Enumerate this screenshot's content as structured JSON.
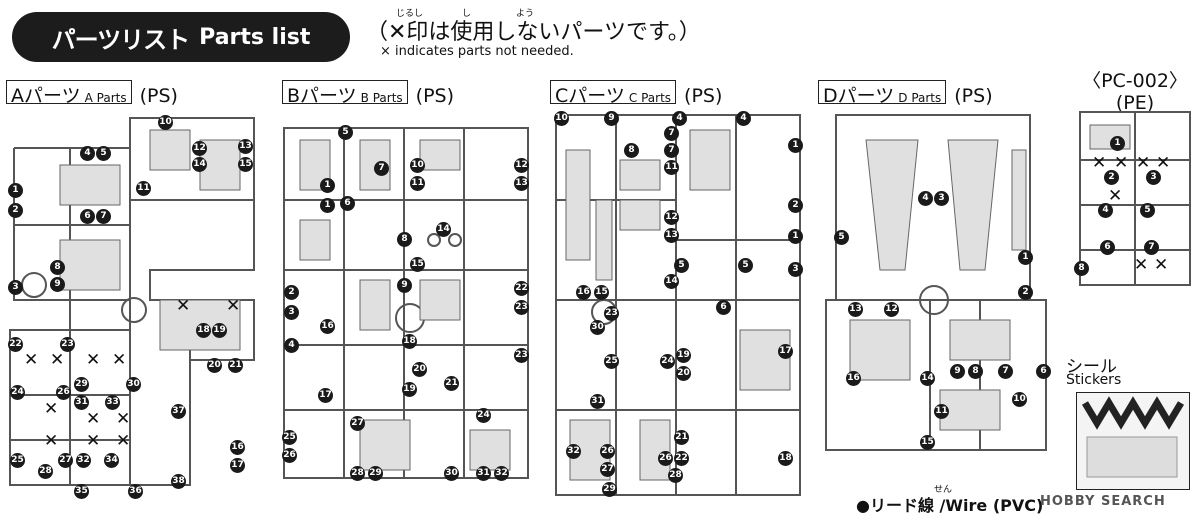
{
  "header": {
    "title_ja": "パーツリスト",
    "title_en": "Parts list",
    "note_ja": "（✕印は使用しないパーツです。）",
    "ruby_shirushi": "じるし",
    "ruby_shi": "し",
    "ruby_you": "よう",
    "note_en": "× indicates parts not needed."
  },
  "runners": {
    "a": {
      "ja": "Aパーツ",
      "en": "A Parts",
      "material": "(PS)"
    },
    "b": {
      "ja": "Bパーツ",
      "en": "B Parts",
      "material": "(PS)"
    },
    "c": {
      "ja": "Cパーツ",
      "en": "C Parts",
      "material": "(PS)"
    },
    "d": {
      "ja": "Dパーツ",
      "en": "D Parts",
      "material": "(PS)"
    },
    "pc": {
      "code": "〈PC-002〉",
      "material": "(PE)"
    }
  },
  "unused_mark": "✕",
  "stickers": {
    "ja": "シール",
    "en": "Stickers"
  },
  "wire": {
    "label": "●リード線 /Wire (PVC)",
    "ruby": "せん"
  },
  "watermark": "HOBBY SEARCH",
  "part_numbers": {
    "a": [
      "1",
      "2",
      "3",
      "4",
      "5",
      "6",
      "7",
      "8",
      "9",
      "10",
      "11",
      "12",
      "13",
      "14",
      "15",
      "16",
      "17",
      "18",
      "19",
      "20",
      "21",
      "22",
      "23",
      "24",
      "25",
      "26",
      "27",
      "28",
      "29",
      "30",
      "31",
      "32",
      "33",
      "34",
      "35",
      "36",
      "37",
      "38"
    ],
    "b": [
      "1",
      "2",
      "3",
      "4",
      "5",
      "6",
      "7",
      "8",
      "9",
      "10",
      "11",
      "12",
      "13",
      "14",
      "15",
      "16",
      "17",
      "18",
      "19",
      "20",
      "21",
      "22",
      "23",
      "24",
      "25",
      "26",
      "27",
      "28",
      "29",
      "30",
      "31",
      "32"
    ],
    "c": [
      "1",
      "2",
      "3",
      "4",
      "5",
      "6",
      "7",
      "8",
      "9",
      "10",
      "11",
      "12",
      "13",
      "14",
      "15",
      "16",
      "17",
      "18",
      "19",
      "20",
      "21",
      "22",
      "23",
      "24",
      "25",
      "26",
      "27",
      "28",
      "29",
      "30",
      "31",
      "32"
    ],
    "d": [
      "1",
      "2",
      "3",
      "4",
      "5",
      "6",
      "7",
      "8",
      "9",
      "10",
      "11",
      "12",
      "13",
      "14",
      "15",
      "16"
    ],
    "pc": [
      "1",
      "2",
      "3",
      "4",
      "5",
      "6",
      "7",
      "8"
    ]
  }
}
